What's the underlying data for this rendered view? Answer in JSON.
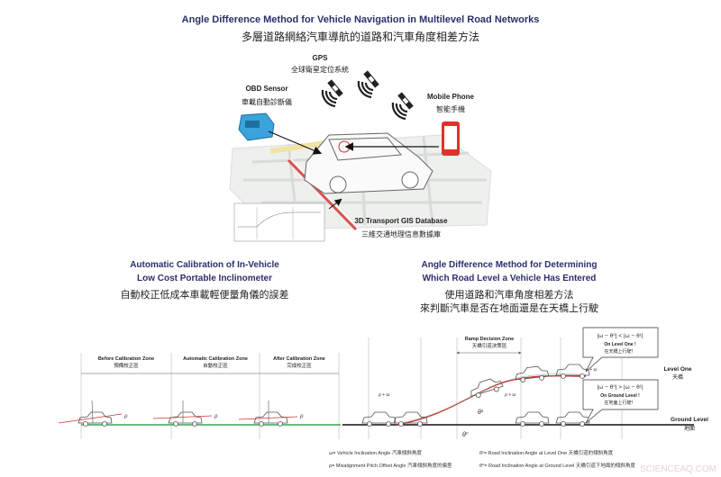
{
  "title": {
    "en": "Angle Difference Method for Vehicle Navigation in Multilevel Road Networks",
    "zh": "多層道路網絡汽車導航的道路和汽車角度相差方法"
  },
  "illustration": {
    "gps": {
      "en": "GPS",
      "zh": "全球衛星定位系統"
    },
    "obd": {
      "en": "OBD Sensor",
      "zh": "車載自動診斷儀"
    },
    "phone": {
      "en": "Mobile Phone",
      "zh": "智能手機"
    },
    "gis": {
      "en": "3D Transport GIS Database",
      "zh": "三維交通地理信息數據庫"
    },
    "colors": {
      "obd": "#3aa3dc",
      "phone": "#e0322a",
      "road": "#d9534f",
      "heading": "#2b2f6b"
    }
  },
  "left_panel": {
    "title_line1": "Automatic Calibration of In-Vehicle",
    "title_line2": "Low Cost Portable Inclinometer",
    "title_zh": "自動校正低成本車載輕便量角儀的誤差",
    "zones": [
      {
        "en": "Before Calibration Zone",
        "zh": "預備校正區"
      },
      {
        "en": "Automatic Calibration Zone",
        "zh": "自動校正區"
      },
      {
        "en": "After Calibration Zone",
        "zh": "完成校正區"
      }
    ],
    "rho": "ρ",
    "ground_color": "#3aa655"
  },
  "right_panel": {
    "title_line1": "Angle Difference Method for Determining",
    "title_line2": "Which Road Level a Vehicle Has Entered",
    "title_zh_line1": "使用道路和汽車角度相差方法",
    "title_zh_line2": "來判斷汽車是否在地面還是在天橋上行駛",
    "ramp_zone": {
      "en": "Ramp Decision Zone",
      "zh": "天橋引道決策區"
    },
    "level_one_box": {
      "formula": "|ω − θ⁰| < |ω − θ¹|",
      "en": "On Level One !",
      "zh": "在天橋上行駛！"
    },
    "ground_box": {
      "formula": "|ω − θ⁰| > |ω − θ¹|",
      "en": "On Ground Level !",
      "zh": "在地面上行駛！"
    },
    "level_one": {
      "en": "Level One",
      "zh": "天橋"
    },
    "ground_level": {
      "en": "Ground Level",
      "zh": "地面"
    },
    "theta1": "θ¹",
    "theta0": "θ⁰",
    "rho_omega": "ρ + ω",
    "ramp_color": "#c0392b"
  },
  "legend": [
    "ω= Vehicle Inclination Angle 汽車傾斜角度",
    "ρ= Misalignment Pitch Offset Angle 汽車傾斜角度的偏差",
    "θ¹= Road Inclination Angle at Level One 天橋引道的傾斜角度",
    "θ⁰= Road Inclination Angle at Ground Level 天橋引道下地面的傾斜角度"
  ],
  "watermark": "SCIENCEAQ.COM"
}
